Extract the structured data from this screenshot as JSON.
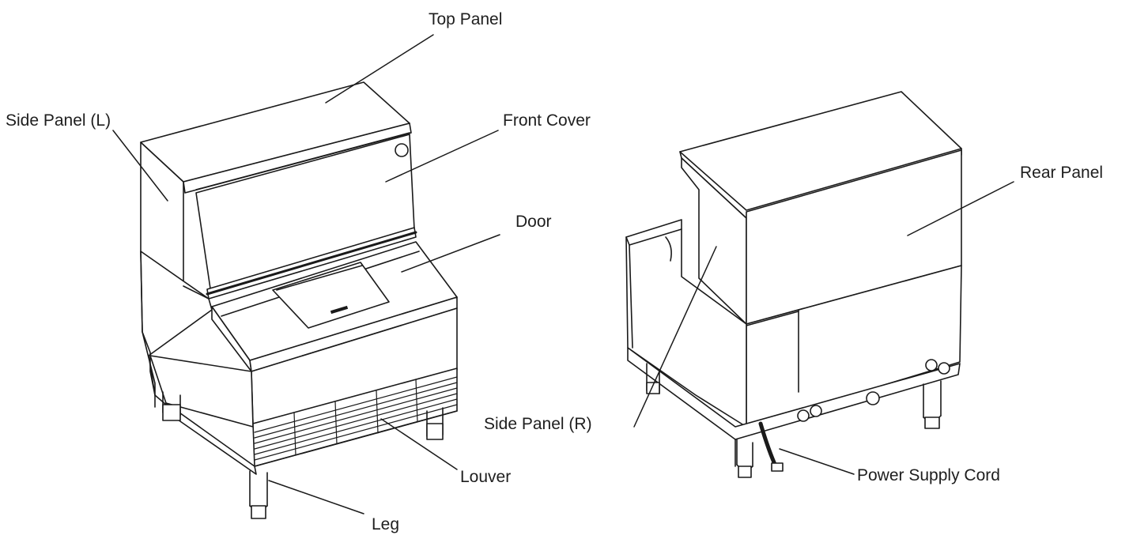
{
  "labels": {
    "top_panel": "Top Panel",
    "side_panel_l": "Side Panel (L)",
    "front_cover": "Front Cover",
    "door": "Door",
    "louver": "Louver",
    "leg": "Leg",
    "rear_panel": "Rear Panel",
    "side_panel_r": "Side Panel (R)",
    "power_supply_cord": "Power Supply Cord"
  }
}
